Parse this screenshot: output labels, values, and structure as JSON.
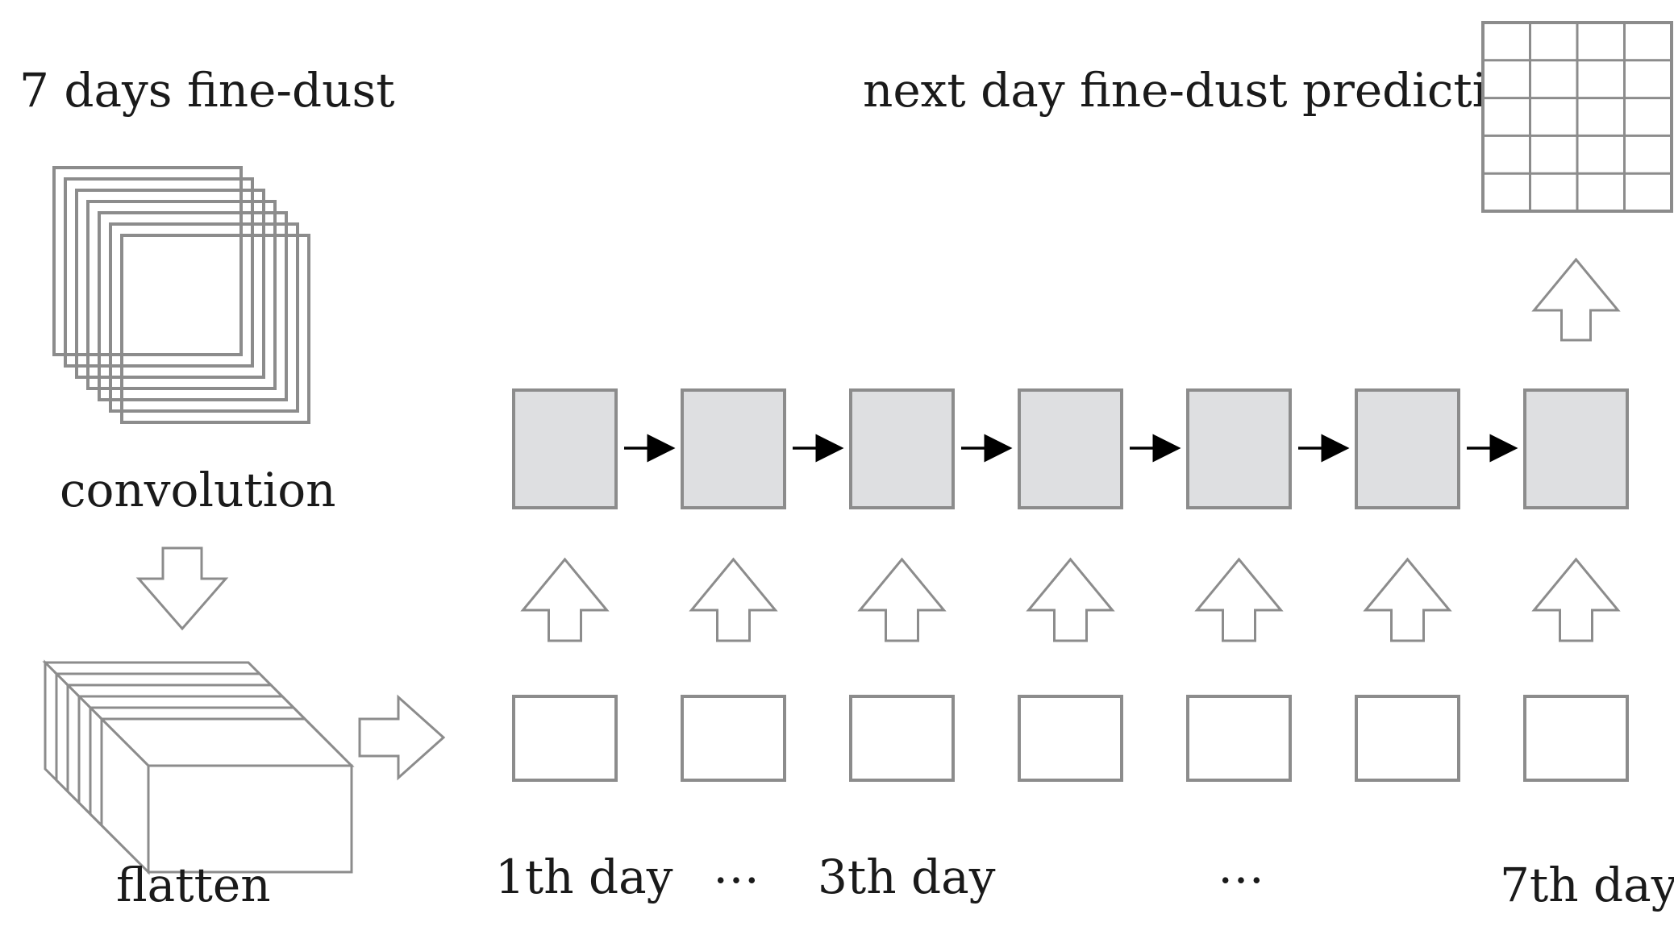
{
  "labels": {
    "input_title": "7 days fine-dust",
    "output_title": "next day fine-dust prediction",
    "convolution": "convolution",
    "flatten": "flatten",
    "day_1": "1th day",
    "ellipsis_1": "…",
    "day_3": "3th day",
    "ellipsis_2": "…",
    "day_7": "7th day"
  },
  "diagram": {
    "timesteps": 7,
    "input_frames": 7,
    "output_grid": {
      "rows": 5,
      "cols": 4
    },
    "colors": {
      "stroke": "#8c8c8c",
      "cell_fill": "#dedfe1",
      "arrow": "#000000",
      "text": "#1a1a1a"
    }
  }
}
